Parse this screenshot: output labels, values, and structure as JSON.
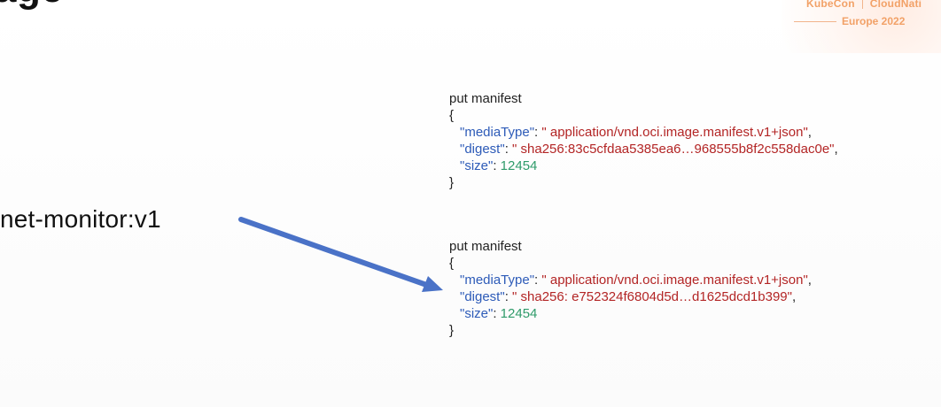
{
  "slide": {
    "title": "age",
    "left_label": "net-monitor:v1"
  },
  "branding": {
    "kubecon": "KubeCon",
    "cloudnati": "CloudNati",
    "event": "Europe 2022"
  },
  "manifest_1": {
    "heading": "put manifest",
    "open_brace": "{",
    "media_type_key": "\"mediaType\"",
    "media_type_value": "\" application/vnd.oci.image.manifest.v1+json\"",
    "digest_key": "\"digest\"",
    "digest_value": "\" sha256:83c5cfdaa5385ea6…968555b8f2c558dac0e\"",
    "size_key": "\"size\"",
    "size_value": "12454",
    "close_brace": "}"
  },
  "manifest_2": {
    "heading": "put manifest",
    "open_brace": "{",
    "media_type_key": "\"mediaType\"",
    "media_type_value": "\" application/vnd.oci.image.manifest.v1+json\"",
    "digest_key": "\"digest\"",
    "digest_value": "\" sha256: e752324f6804d5d…d1625dcd1b399\"",
    "size_key": "\"size\"",
    "size_value": "12454",
    "close_brace": "}"
  },
  "colors": {
    "key": "#2d5bb8",
    "string": "#b32525",
    "number": "#2f9b6a",
    "arrow": "#4a72c7",
    "brand": "#f2a167"
  },
  "icons": {
    "arrow": "arrow-icon"
  }
}
